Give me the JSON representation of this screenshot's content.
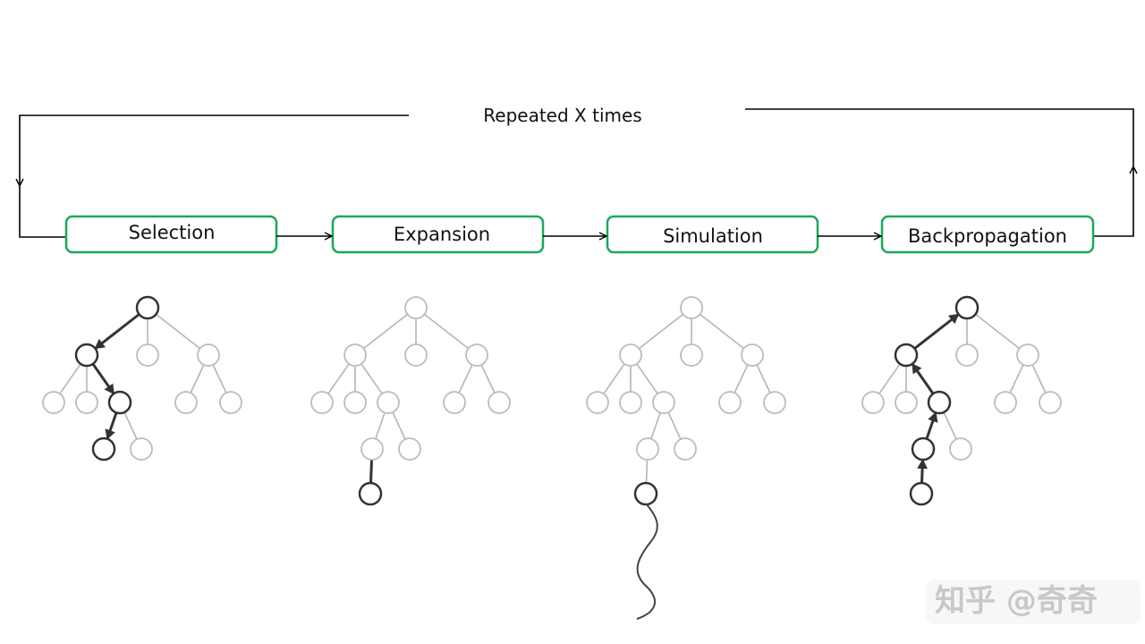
{
  "diagram": {
    "loop_label": "Repeated X times",
    "steps": [
      {
        "label": "Selection"
      },
      {
        "label": "Expansion"
      },
      {
        "label": "Simulation"
      },
      {
        "label": "Backpropagation"
      }
    ]
  },
  "watermark": {
    "text": "知乎 @奇奇"
  },
  "colors": {
    "box_border": "#1aa85a",
    "line": "#000000",
    "light_node": "#bcbcbc",
    "dark_node": "#333333"
  }
}
